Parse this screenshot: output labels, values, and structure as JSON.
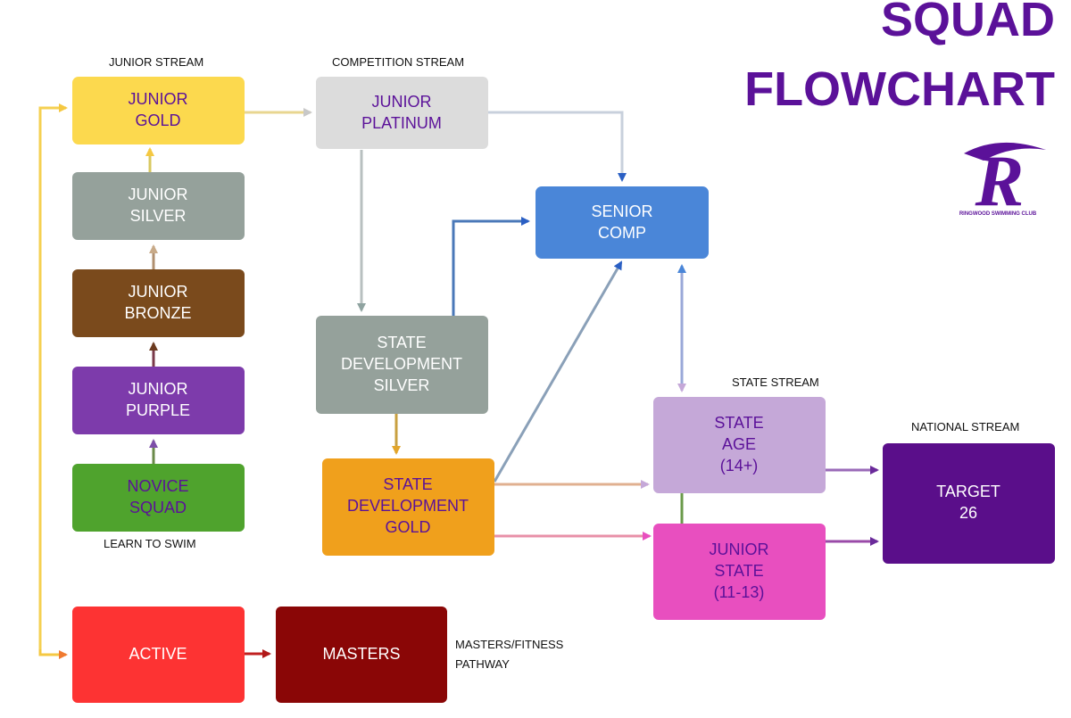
{
  "title": {
    "line1": "SQUAD",
    "line2": "FLOWCHART",
    "color": "#5b1199"
  },
  "logo": {
    "letter": "R",
    "caption": "RINGWOOD SWIMMING CLUB",
    "color": "#5b1199"
  },
  "stream_labels": {
    "junior": "JUNIOR STREAM",
    "competition": "COMPETITION STREAM",
    "learn": "LEARN TO SWIM",
    "state": "STATE STREAM",
    "national": "NATIONAL STREAM",
    "masters_line1": "MASTERS/FITNESS",
    "masters_line2": "PATHWAY"
  },
  "nodes": {
    "junior_gold": {
      "lines": [
        "JUNIOR",
        "GOLD"
      ],
      "fill": "#fcd94e",
      "text": "#5b1199"
    },
    "junior_silver": {
      "lines": [
        "JUNIOR",
        "SILVER"
      ],
      "fill": "#95a19b",
      "text": "#ffffff"
    },
    "junior_bronze": {
      "lines": [
        "JUNIOR",
        "BRONZE"
      ],
      "fill": "#7a4a1c",
      "text": "#ffffff"
    },
    "junior_purple": {
      "lines": [
        "JUNIOR",
        "PURPLE"
      ],
      "fill": "#7d3bab",
      "text": "#ffffff"
    },
    "novice_squad": {
      "lines": [
        "NOVICE",
        "SQUAD"
      ],
      "fill": "#4fa32d",
      "text": "#5b1199"
    },
    "junior_platinum": {
      "lines": [
        "JUNIOR",
        "PLATINUM"
      ],
      "fill": "#dcdcdc",
      "text": "#5b1199"
    },
    "senior_comp": {
      "lines": [
        "SENIOR",
        "COMP"
      ],
      "fill": "#4a86d8",
      "text": "#ffffff"
    },
    "state_dev_silver": {
      "lines": [
        "STATE",
        "DEVELOPMENT",
        "SILVER"
      ],
      "fill": "#95a19b",
      "text": "#ffffff"
    },
    "state_dev_gold": {
      "lines": [
        "STATE",
        "DEVELOPMENT",
        "GOLD"
      ],
      "fill": "#f0a01c",
      "text": "#5b1199"
    },
    "state_age": {
      "lines": [
        "STATE",
        "AGE",
        "(14+)"
      ],
      "fill": "#c5a8d8",
      "text": "#5b1199"
    },
    "junior_state": {
      "lines": [
        "JUNIOR",
        "STATE",
        "(11-13)"
      ],
      "fill": "#e84fbf",
      "text": "#5b1199"
    },
    "target_26": {
      "lines": [
        "TARGET",
        "26"
      ],
      "fill": "#5a0e8a",
      "text": "#ffffff"
    },
    "active": {
      "lines": [
        "ACTIVE"
      ],
      "fill": "#fd3333",
      "text": "#ffffff"
    },
    "masters": {
      "lines": [
        "MASTERS"
      ],
      "fill": "#8a0606",
      "text": "#ffffff"
    }
  }
}
